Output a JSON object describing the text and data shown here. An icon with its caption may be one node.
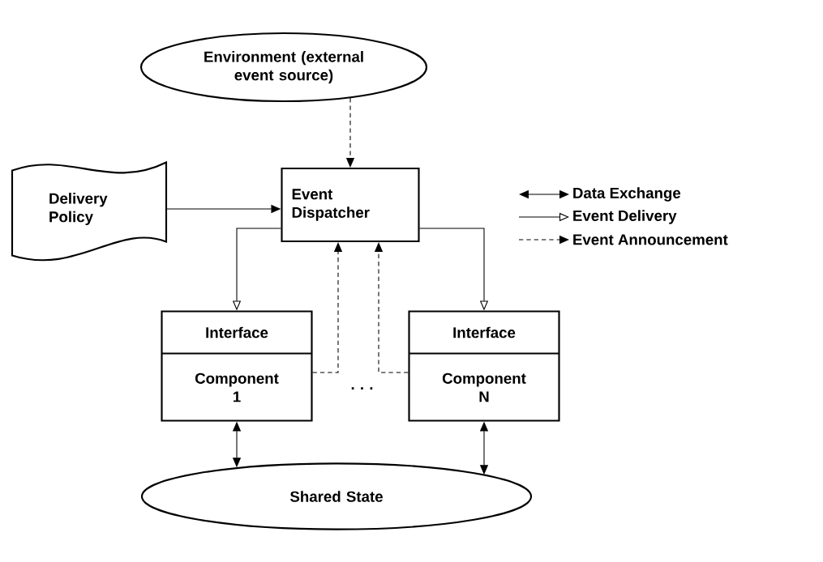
{
  "diagram": {
    "nodes": [
      {
        "text": [
          "Environment (external event source)"
        ]
      },
      {
        "text": [
          "Delivery Policy"
        ]
      },
      {
        "text": [
          "Event Dispatcher"
        ]
      },
      {
        "text": [
          "Interface",
          "Component 1"
        ]
      },
      {
        "text": [
          "Interface",
          "Component N"
        ]
      },
      {
        "text": [
          "Shared State"
        ]
      }
    ],
    "edges": [
      {
        "from": 0,
        "to": 2,
        "arrow": "to",
        "style": "dashed"
      },
      {
        "from": 1,
        "to": 2,
        "arrow": "to"
      },
      {
        "from": 2,
        "to": 3,
        "arrow": "to"
      },
      {
        "from": 2,
        "to": 4,
        "arrow": "to"
      },
      {
        "from": 3,
        "to": 2,
        "arrow": "to",
        "style": "dashed"
      },
      {
        "from": 4,
        "to": 2,
        "arrow": "to",
        "style": "dashed"
      },
      {
        "from": 3,
        "to": 5,
        "arrow": "both"
      },
      {
        "from": 4,
        "to": 5,
        "arrow": "both"
      }
    ],
    "labels": [
      "· · ·"
    ],
    "legend": [
      {
        "text": "Data Exchange"
      },
      {
        "text": "Event Delivery"
      },
      {
        "text": "Event Announcement"
      }
    ]
  }
}
